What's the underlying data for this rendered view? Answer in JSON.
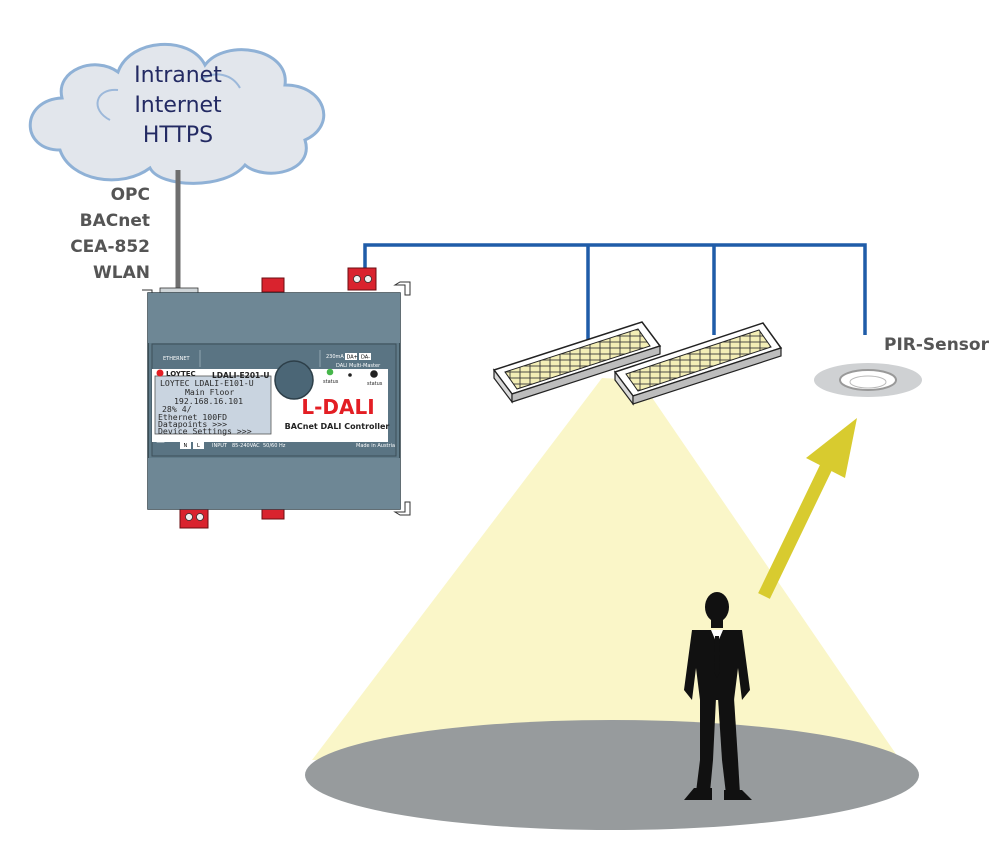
{
  "cloud": {
    "lines": [
      "Intranet",
      "Internet",
      "HTTPS"
    ]
  },
  "protocols": [
    "OPC",
    "BACnet",
    "CEA-852",
    "WLAN"
  ],
  "sensor": {
    "label": "PIR-Sensor"
  },
  "device": {
    "ethernet_label": "ETHERNET",
    "dali_rating": "230mA",
    "dali_plus": "DA+",
    "dali_minus": "DA-",
    "dali_mode": "DALI Multi-Master",
    "status_label_1": "status",
    "status_label_2": "status",
    "logo_text": "LOYTEC",
    "model": "LDALI-E201-U",
    "lcd_lines": [
      "LOYTEC LDALI-E101-U",
      "Main Floor",
      "192.168.16.101",
      "28% 4/",
      "Ethernet 100FD",
      "Datapoints >>>",
      "Device Settings >>>"
    ],
    "product_name": "L-DALI",
    "product_subtitle": "BACnet DALI Controller",
    "terminal_n": "N",
    "terminal_l": "L",
    "input_label": "INPUT",
    "voltage": "85-240VAC",
    "frequency": "50/60 Hz",
    "made_in": "Made in Austria"
  },
  "colors": {
    "dali_bus": "#1f5ca8",
    "device_body": "#5f7a88",
    "brand_red": "#e31e24",
    "light_cone": "#faf6c8",
    "floor": "#979b9d",
    "arrow": "#d8cb2f",
    "cloud_fill": "#e2e6ec",
    "cloud_stroke": "#8fb1d6"
  }
}
